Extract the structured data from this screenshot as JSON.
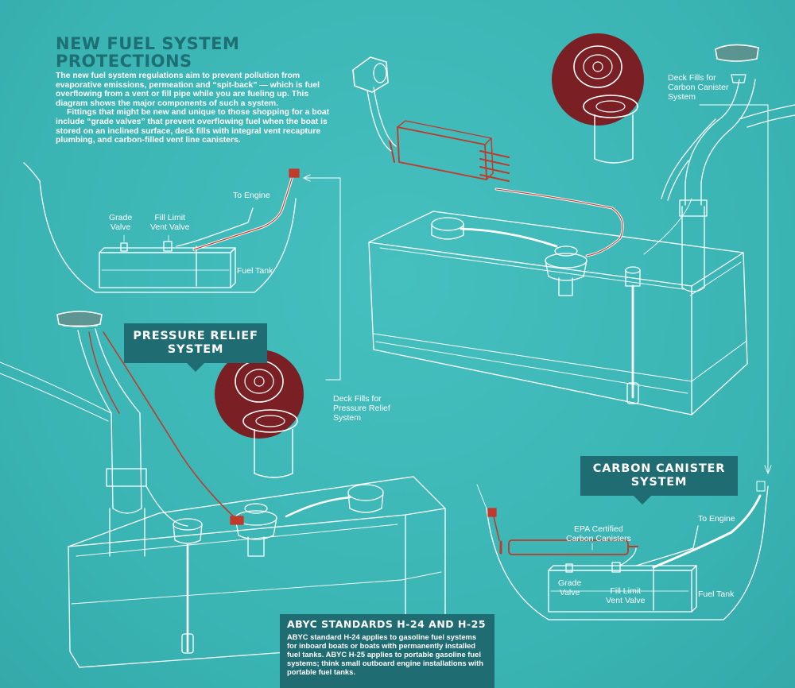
{
  "header": {
    "title": "NEW FUEL SYSTEM\nPROTECTIONS",
    "intro_p1": "The new fuel system regulations aim to prevent pollution from evaporative emissions, permeation and “spit-back” — which is fuel overflowing from a vent or fill pipe while you are fueling up. This diagram shows the major components of such a system.",
    "intro_p2": "Fittings that might be new and unique to those shopping for a boat include “grade valves” that prevent overflowing fuel when the boat is stored on an inclined surface, deck fills with integral vent recapture plumbing, and carbon-filled vent line canisters."
  },
  "pressure_relief_small": {
    "to_engine": "To Engine",
    "grade_valve": "Grade\nValve",
    "fill_limit": "Fill Limit\nVent Valve",
    "fuel_tank": "Fuel Tank"
  },
  "pressure_relief_banner": "PRESSURE RELIEF\nSYSTEM",
  "deck_fills_pressure": "Deck Fills for\nPressure Relief\nSystem",
  "deck_fills_carbon": "Deck Fills for\nCarbon Canister\nSystem",
  "carbon_banner": "CARBON CANISTER\nSYSTEM",
  "carbon_small": {
    "to_engine": "To Engine",
    "canisters": "EPA Certified\nCarbon Canisters",
    "grade_valve": "Grade\nValve",
    "fill_limit": "Fill Limit\nVent Valve",
    "fuel_tank": "Fuel Tank"
  },
  "abyc": {
    "heading": "ABYC STANDARDS H-24 AND H-25",
    "body": "ABYC standard H-24 applies to gasoline fuel systems for inboard boats or boats with permanently installed fuel tanks. ABYC H-25 applies to portable gasoline fuel systems; think small outboard engine installations with portable fuel tanks."
  },
  "colors": {
    "background": "#3fb8b8",
    "line": "#ffffff",
    "accent_red": "#c0392b",
    "deck_fill_circle": "#7a1f24",
    "banner": "#1f6d73",
    "title": "#1e6f74"
  }
}
